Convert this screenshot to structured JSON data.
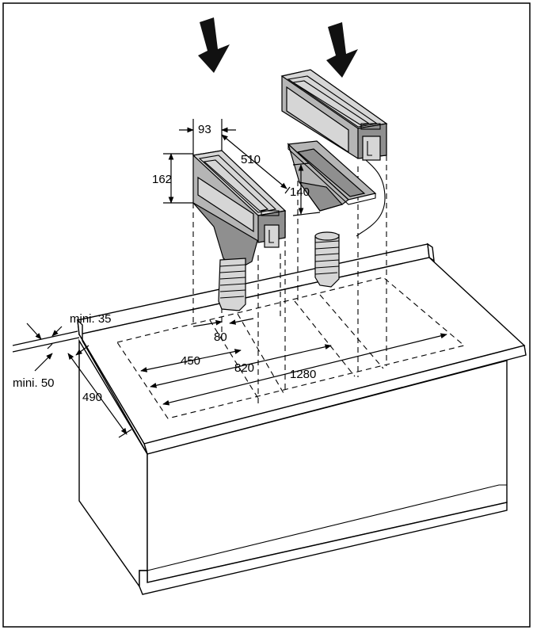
{
  "diagram": {
    "labels": {
      "width_hood": "93",
      "depth_hood": "510",
      "height_hood": "162",
      "height_funnel": "140",
      "mini_35": "mini. 35",
      "mini_50": "mini. 50",
      "depth_490": "490",
      "gap_80": "80",
      "width_450": "450",
      "width_820": "820",
      "width_1280": "1280"
    }
  }
}
